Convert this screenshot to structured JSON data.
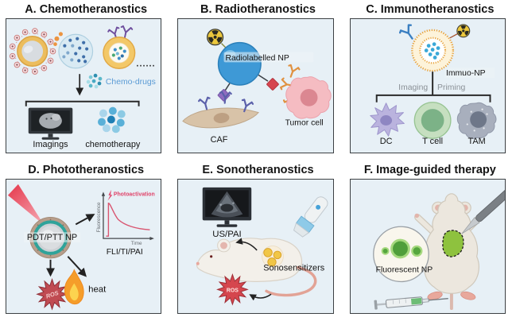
{
  "panels": [
    {
      "id": "A",
      "title": "A. Chemotheranostics",
      "labels": {
        "ellipsis": "......",
        "chemo_drugs": "Chemo-drugs",
        "imagings": "Imagings",
        "chemotherapy": "chemotherapy"
      }
    },
    {
      "id": "B",
      "title": "B. Radiotheranostics",
      "labels": {
        "radiolabelled_np": "Radiolabelled NP",
        "tumor_cell": "Tumor cell",
        "caf": "CAF"
      }
    },
    {
      "id": "C",
      "title": "C. Immunotheranostics",
      "labels": {
        "immuo_np": "Immuo-NP",
        "imaging": "Imaging",
        "priming": "Priming",
        "dc": "DC",
        "t_cell": "T cell",
        "tam": "TAM"
      }
    },
    {
      "id": "D",
      "title": "D. Phototheranostics",
      "labels": {
        "np": "PDT/PTT NP",
        "photoactivation": "Photoactivation",
        "fluorescence": "Fluorescence",
        "time": "Time",
        "modalities": "FLI/TI/PAI",
        "ros": "ROS",
        "heat": "heat"
      }
    },
    {
      "id": "E",
      "title": "E. Sonotheranostics",
      "labels": {
        "us_pai": "US/PAI",
        "sonosensitizers": "Sonosensitizers",
        "ros": "ROS"
      }
    },
    {
      "id": "F",
      "title": "F. Image-guided therapy",
      "labels": {
        "fluorescent_np": "Fluorescent NP"
      }
    }
  ],
  "photoactivation_chart": {
    "type": "line",
    "xlabel": "Time",
    "ylabel": "Fluorescence",
    "annotation": "Photoactivation",
    "shape": "baseline, sharp rise at photoactivation, then exponential decay",
    "line_color": "#d95570"
  },
  "colors": {
    "panel_bg": "#e7f0f6",
    "panel_border": "#3c4043",
    "ros_red": "#c9474f",
    "chemo_drugs_text": "#5b9bd5",
    "gray_label": "#8a9096",
    "radioactive_yellow": "#ecc83d",
    "np_blue_sphere": "#3e99d6",
    "tumor_pink": "#f5bcc2",
    "caf_tan": "#d8c3a8",
    "t_cell_green": "#c6dfc0",
    "dc_purple": "#bab3de",
    "tam_gray": "#a8afbd",
    "fluorescent_green": "#4f9e3b",
    "flame_orange": "#f59d2a"
  }
}
